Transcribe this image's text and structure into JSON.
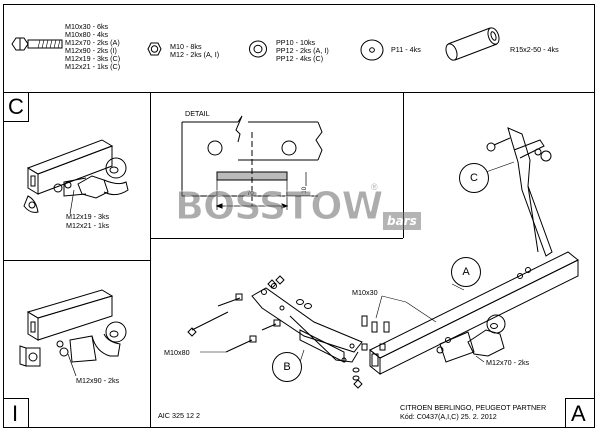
{
  "hardware": {
    "bolts": [
      "M10x30 - 6ks",
      "M10x80 - 4ks",
      "M12x70 - 2ks (A)",
      "M12x90 - 2ks (I)",
      "M12x19 - 3ks (C)",
      "M12x21 - 1ks (C)"
    ],
    "nuts": [
      "M10 - 8ks",
      "M12 - 2ks (A, I)"
    ],
    "washers_pp": [
      "PP10 - 10ks",
      "PP12 - 2ks (A, I)",
      "PP12 - 4ks (C)"
    ],
    "washer_p11": "P11 - 4ks",
    "sleeve": "R15x2-50 - 4ks"
  },
  "panels": {
    "c_label": "C",
    "c_bolts": [
      "M12x19 - 3ks",
      "M12x21 - 1ks"
    ],
    "i_label": "I",
    "i_bolt": "M12x90 - 2ks",
    "a_label": "A"
  },
  "detail": {
    "title": "DETAIL",
    "dim_left": "70",
    "dim_right": "10"
  },
  "callouts": {
    "a": "A",
    "b": "B",
    "c": "C"
  },
  "main_labels": {
    "m10x30": "M10x30",
    "m10x80": "M10x80",
    "m12x70": "M12x70 - 2ks"
  },
  "watermark": {
    "brand": "BOSSTOW",
    "suffix": "bars",
    "reg": "®"
  },
  "footer": {
    "code": "AIC 325 12 2",
    "vehicle": "CITROEN BERLINGO, PEUGEOT PARTNER",
    "kod": "Kód: C0437(A,I,C)  25. 2. 2012"
  }
}
